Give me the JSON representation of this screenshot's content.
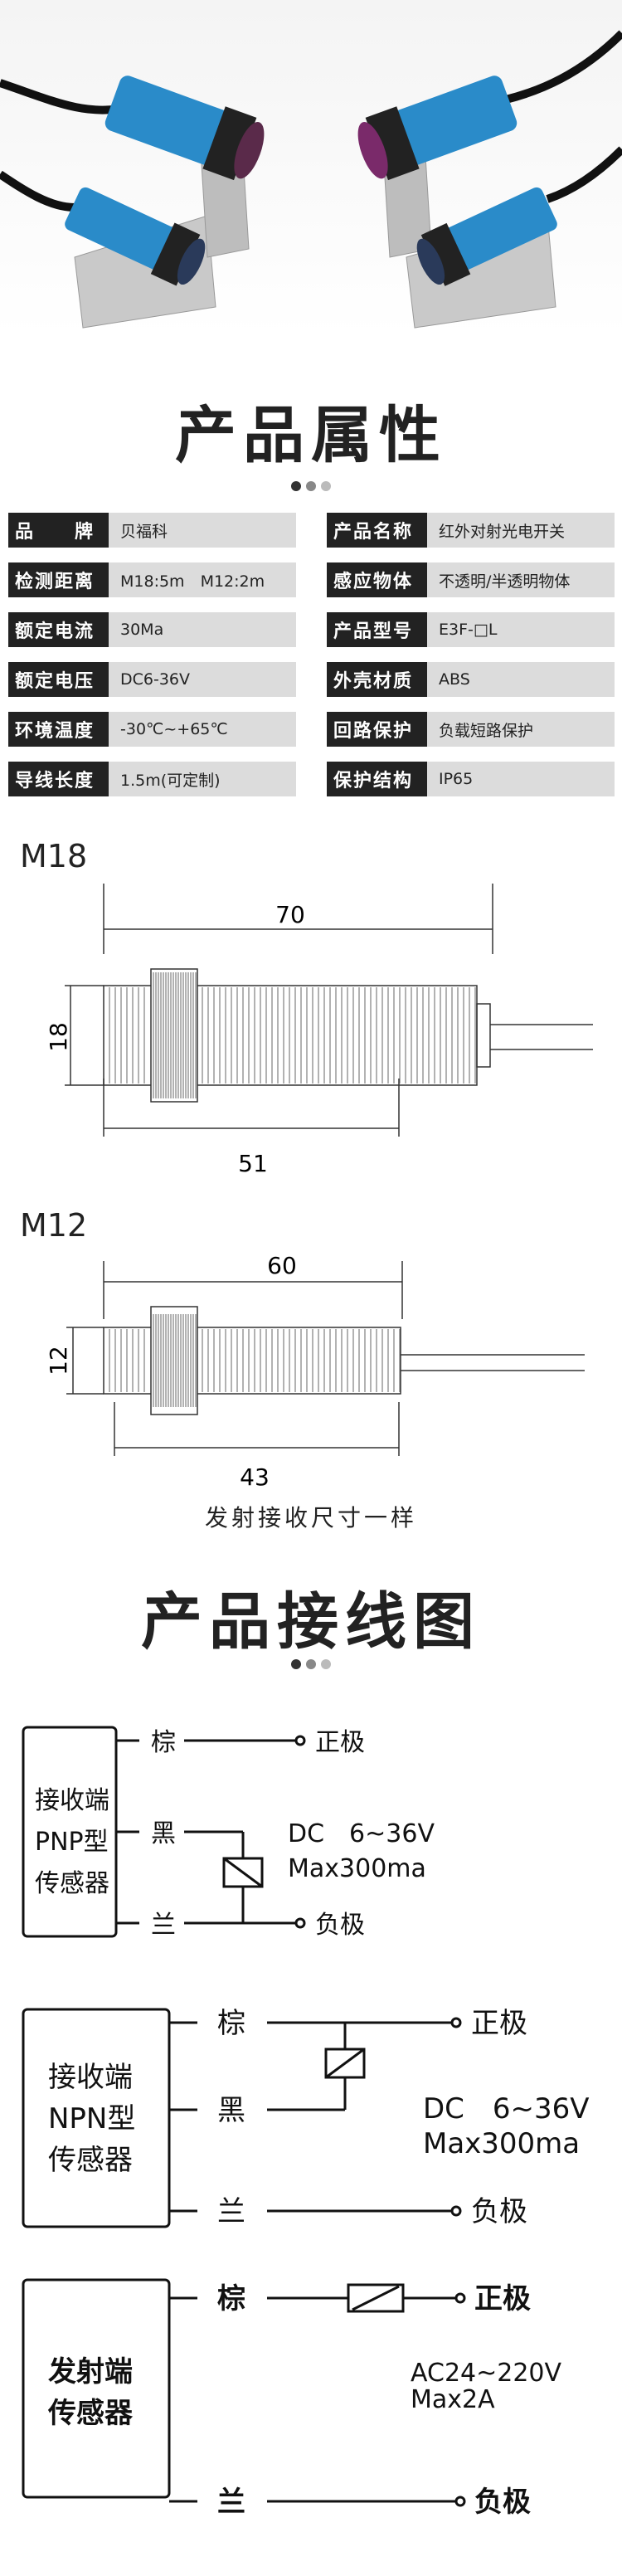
{
  "section1_title": "产品属性",
  "properties": [
    {
      "label": "品　　牌",
      "value": "贝福科"
    },
    {
      "label": "产品名称",
      "value": "红外对射光电开关"
    },
    {
      "label": "检测距离",
      "value": "M18:5m　M12:2m"
    },
    {
      "label": "感应物体",
      "value": "不透明/半透明物体"
    },
    {
      "label": "额定电流",
      "value": "30Ma"
    },
    {
      "label": "产品型号",
      "value": "E3F-□L"
    },
    {
      "label": "额定电压",
      "value": "DC6-36V"
    },
    {
      "label": "外壳材质",
      "value": "ABS"
    },
    {
      "label": "环境温度",
      "value": "-30℃~+65℃"
    },
    {
      "label": "回路保护",
      "value": "负载短路保护"
    },
    {
      "label": "导线长度",
      "value": "1.5m(可定制)"
    },
    {
      "label": "保护结构",
      "value": "IP65"
    }
  ],
  "m18": {
    "label": "M18",
    "total": "70",
    "thread": "51",
    "dia": "18"
  },
  "m12": {
    "label": "M12",
    "total": "60",
    "thread": "43",
    "dia": "12"
  },
  "size_note": "发射接收尺寸一样",
  "section2_title": "产品接线图",
  "wiring": {
    "brown": "棕",
    "black": "黑",
    "blue": "兰",
    "positive": "正极",
    "negative": "负极",
    "pnp": {
      "line1": "接收端",
      "line2": "PNP型",
      "line3": "传感器",
      "spec1": "DC　6~36V",
      "spec2": "Max300ma"
    },
    "npn": {
      "line1": "接收端",
      "line2": "NPN型",
      "line3": "传感器",
      "spec1": "DC　6~36V",
      "spec2": "Max300ma"
    },
    "emitter": {
      "line1": "发射端",
      "line2": "传感器",
      "spec1": "AC24~220V",
      "spec2": "Max2A"
    }
  }
}
